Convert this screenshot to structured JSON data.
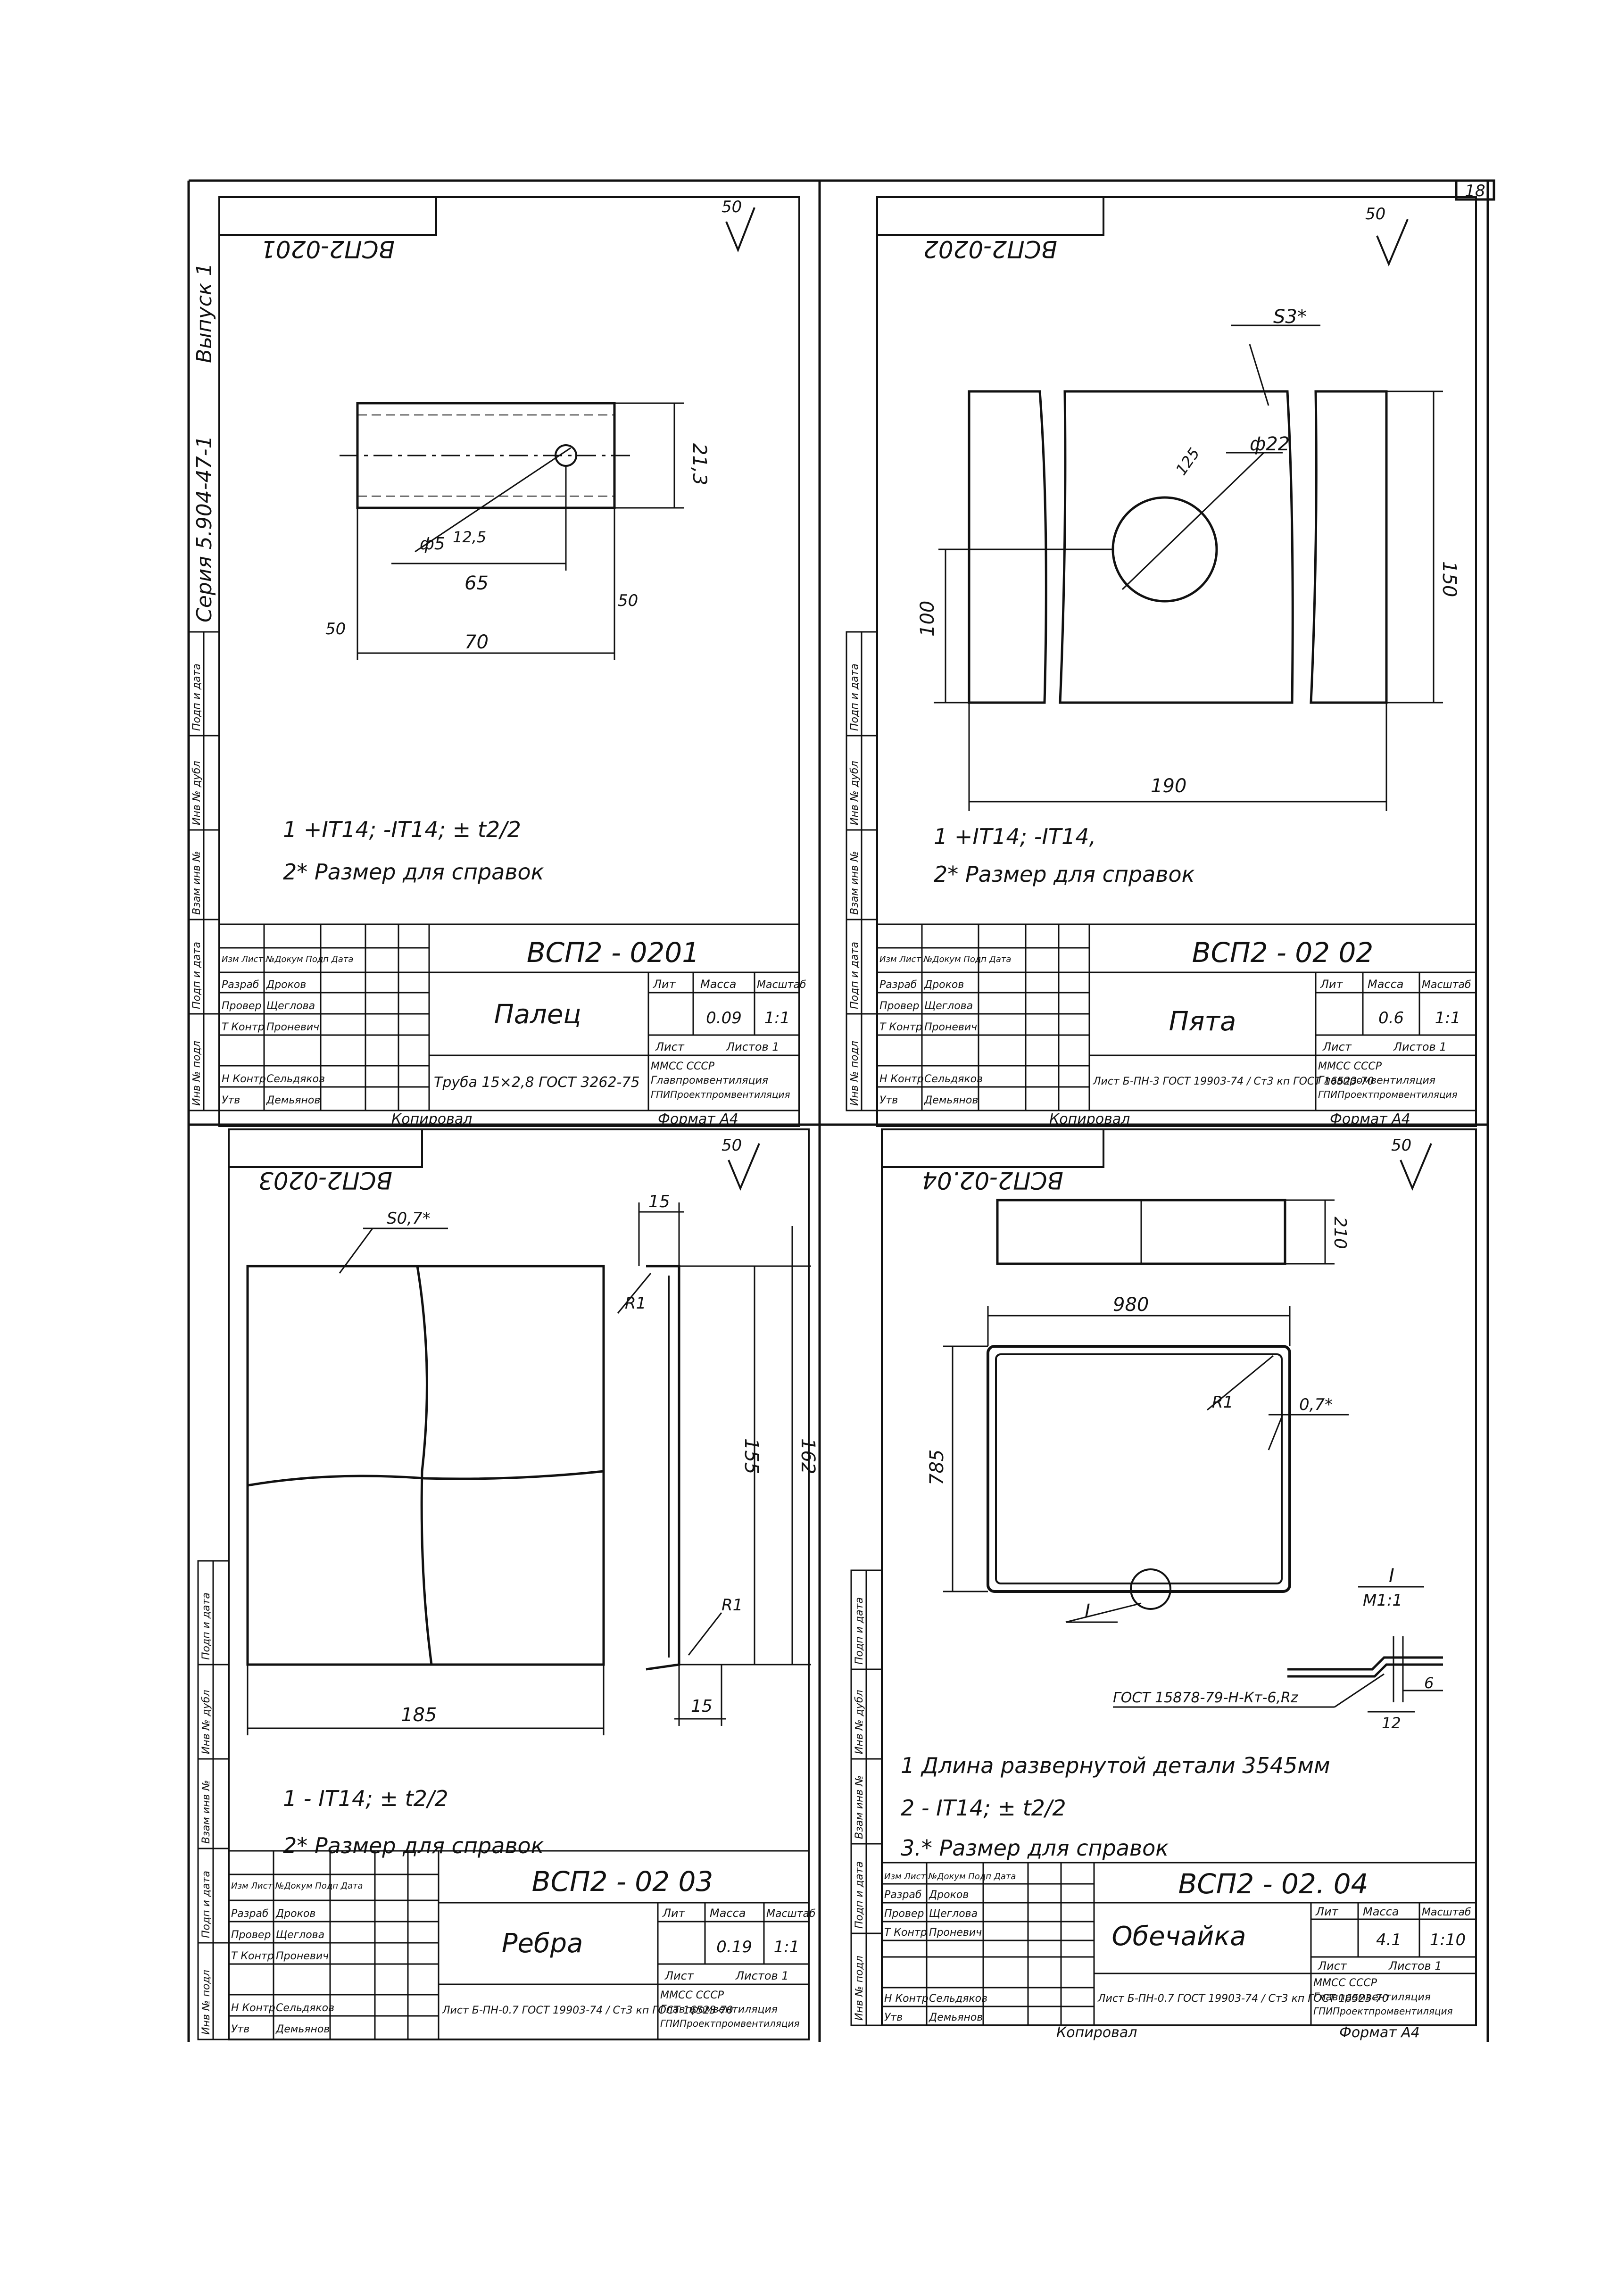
{
  "page": {
    "sheet_number": "18",
    "side_series": "Серия 5.904-47-1",
    "side_issue": "Выпуск 1",
    "copied": "Копировал",
    "format": "Формат А4"
  },
  "stamp_labels": {
    "lit": "Лит",
    "mass": "Масса",
    "scale": "Масштаб",
    "sheet": "Лист",
    "sheets": "Листов 1",
    "org1": "ММСС СССР",
    "org2": "Главпромвентиляция",
    "org3": "ГПИПроектпромвентиляция"
  },
  "roles": {
    "izm": "Изм Лист №Докум Подп Дата",
    "razrab": "Разраб",
    "prov": "Провер",
    "tkontr": "Т Контр",
    "nkontr": "Н Контр",
    "utv": "Утв",
    "n_razrab": "Дроков",
    "n_prov": "Щеглова",
    "n_tkontr": "Проневич",
    "n_nkontr": "Сельдяков",
    "n_utv": "Демьянов"
  },
  "side_stamp": {
    "inv_podl": "Инв № подл",
    "podp_data": "Подп и дата",
    "vzam_inv": "Взам инв №",
    "inv_dubl": "Инв № дубл",
    "podp_data2": "Подп и дата"
  },
  "drawings": [
    {
      "mirror_code": "ВСП2-0201",
      "roughness": "50",
      "code": "ВСП2 - 0201",
      "name": "Палец",
      "mass": "0.09",
      "scale": "1:1",
      "material": "Труба 15×2,8 ГОСТ 3262-75",
      "notes": [
        "1 +IT14; -IT14; ± t2/2",
        "2* Размер для справок"
      ],
      "dims": {
        "len": "70",
        "hole": "65",
        "dia": "ф5",
        "depth": "12,5",
        "h": "21,3",
        "rough": "50"
      }
    },
    {
      "mirror_code": "ВСП2-0202",
      "roughness": "50",
      "code": "ВСП2 - 02 02",
      "name": "Пята",
      "mass": "0.6",
      "scale": "1:1",
      "material": "Лист Б-ПН-3 ГОСТ 19903-74 / Ст3 кп ГОСТ 16523-70",
      "notes": [
        "1 +IT14; -IT14,",
        "2* Размер для справок"
      ],
      "dims": {
        "w": "190",
        "h": "150",
        "hc": "100",
        "dia": "ф22",
        "r": "125",
        "s": "S3*"
      }
    },
    {
      "mirror_code": "ВСП2-0203",
      "roughness": "50",
      "code": "ВСП2 - 02 03",
      "name": "Ребра",
      "mass": "0.19",
      "scale": "1:1",
      "material": "Лист Б-ПН-0.7 ГОСТ 19903-74 / Ст3 кп ГОСТ 16523-70",
      "notes": [
        "1 - IT14; ± t2/2",
        "2* Размер для справок"
      ],
      "dims": {
        "w": "185",
        "h1": "155",
        "h2": "162",
        "f1": "15",
        "f2": "15",
        "r1": "R1",
        "r2": "R1",
        "s": "S0,7*"
      }
    },
    {
      "mirror_code": "ВСП2-02.04",
      "roughness": "50",
      "code": "ВСП2 - 02. 04",
      "name": "Обечайка",
      "mass": "4.1",
      "scale": "1:10",
      "material": "Лист Б-ПН-0.7 ГОСТ 19903-74 / Ст3 кп ГОСТ 16523-70",
      "notes": [
        "1 Длина развернутой детали 3545мм",
        "2 - IT14; ± t2/2",
        "3.* Размер для справок"
      ],
      "dims": {
        "w": "980",
        "h": "785",
        "top_h": "210",
        "r": "R1",
        "s": "0,7*",
        "view": "I",
        "view_scale": "М1:1",
        "seam": "ГОСТ 15878-79-Н-Кт-6,Rz",
        "sd1": "6",
        "sd2": "12"
      }
    }
  ]
}
